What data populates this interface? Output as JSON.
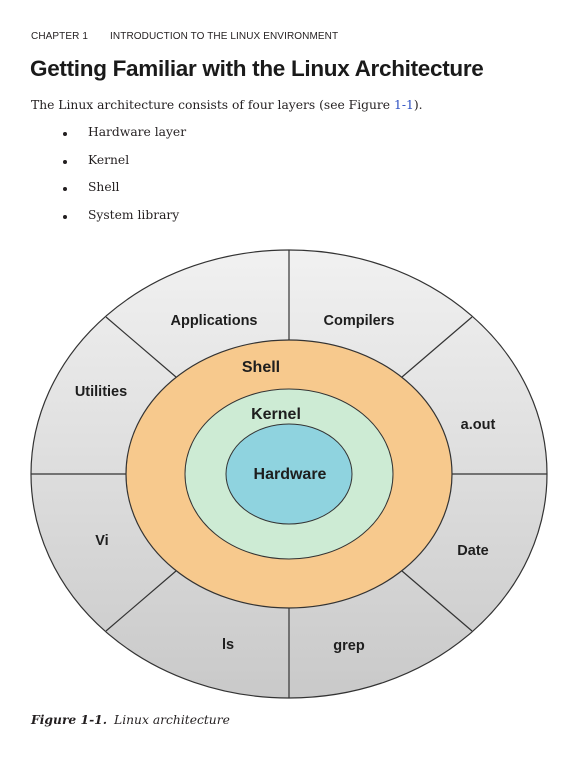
{
  "header": {
    "chapter_label": "CHAPTER 1",
    "chapter_title": "INTRODUCTION TO THE LINUX ENVIRONMENT"
  },
  "section": {
    "title": "Getting Familiar with the Linux Architecture",
    "intro_text": "The Linux architecture consists of four layers (see Figure ",
    "intro_ref": "1-1",
    "intro_end": ")."
  },
  "bullets": [
    "Hardware layer",
    "Kernel",
    "Shell",
    "System library"
  ],
  "diagram": {
    "core_label": "Hardware",
    "kernel_label": "Kernel",
    "shell_label": "Shell",
    "outer_segments": [
      "Applications",
      "Compilers",
      "a.out",
      "Date",
      "grep",
      "ls",
      "Vi",
      "Utilities"
    ],
    "colors": {
      "core": "#8fd3df",
      "kernel": "#cdebd4",
      "shell": "#f7c98d",
      "outer": "#dcdcdc",
      "outline": "#333333"
    }
  },
  "caption": {
    "number": "Figure 1-1.",
    "text": "Linux architecture"
  }
}
